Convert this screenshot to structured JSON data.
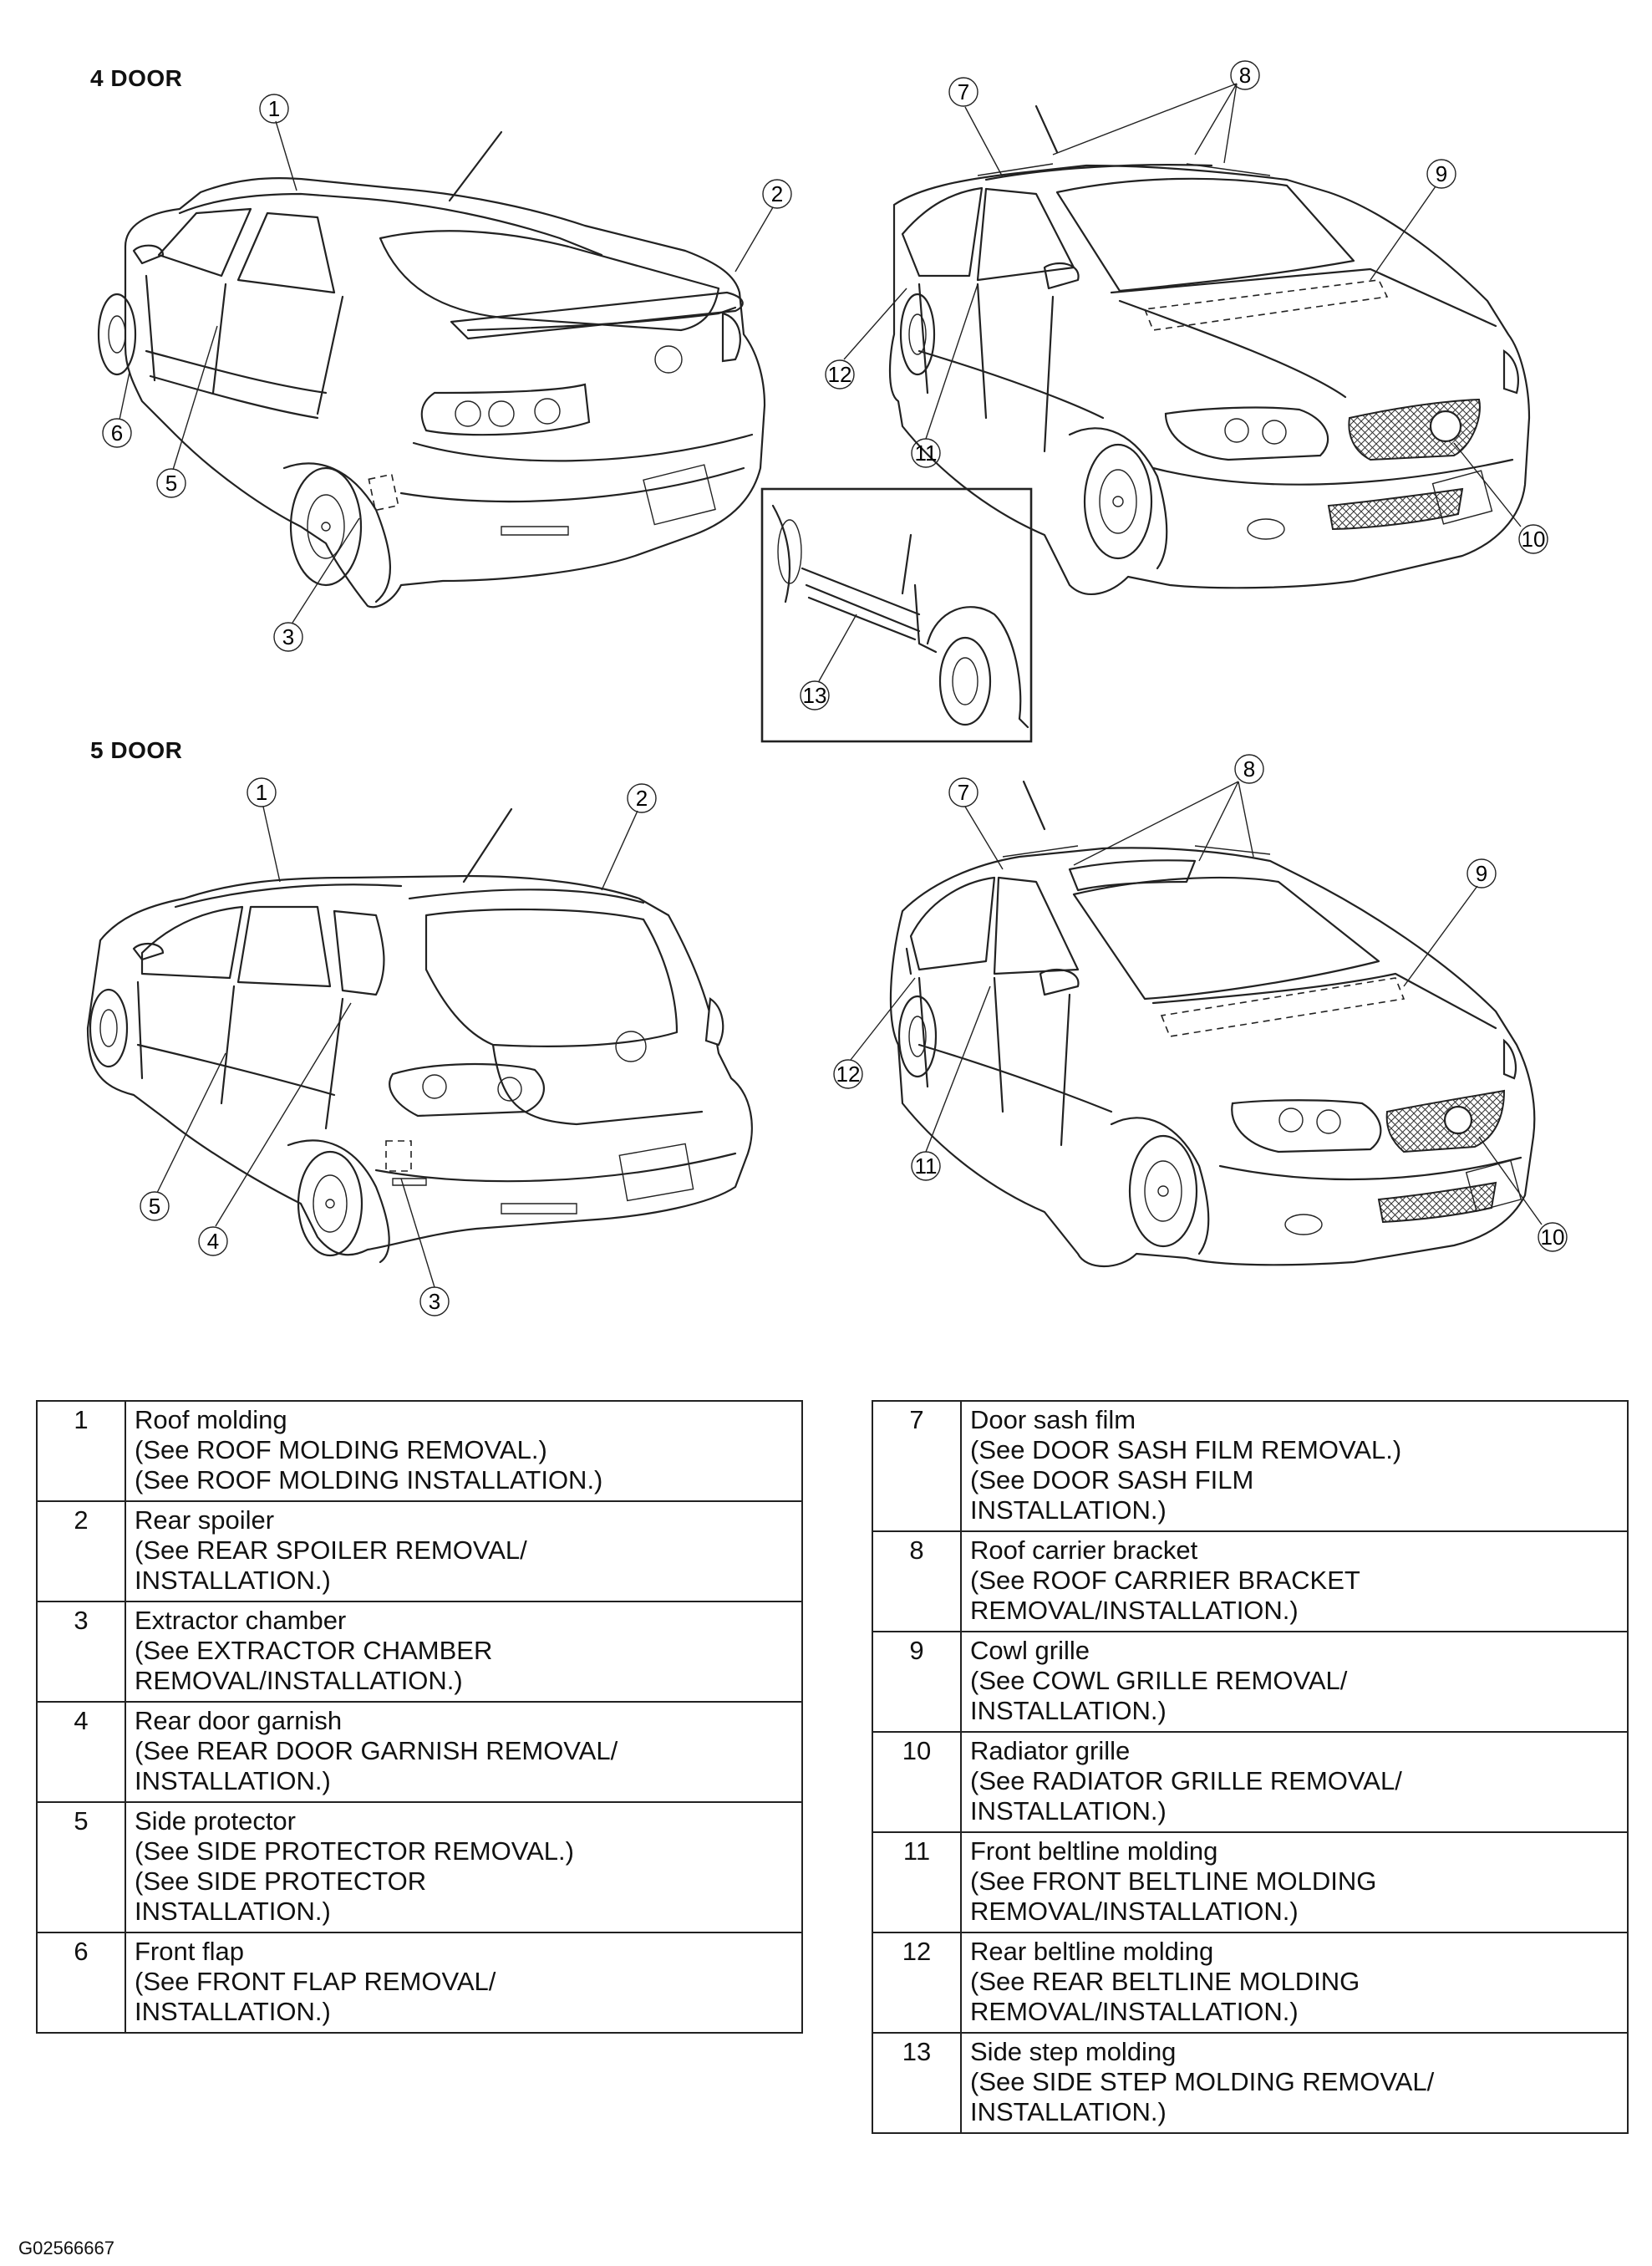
{
  "sections": {
    "four_door": "4 DOOR",
    "five_door": "5 DOOR"
  },
  "callouts": {
    "4door_rear": [
      "1",
      "2",
      "3",
      "5",
      "6"
    ],
    "4door_front": [
      "7",
      "8",
      "9",
      "10",
      "11",
      "12"
    ],
    "4door_inset": [
      "13"
    ],
    "5door_rear": [
      "1",
      "2",
      "3",
      "4",
      "5"
    ],
    "5door_front": [
      "7",
      "8",
      "9",
      "10",
      "11",
      "12"
    ]
  },
  "parts_left": [
    {
      "no": "1",
      "lines": [
        "Roof molding",
        "(See ROOF MOLDING REMOVAL.)",
        "(See ROOF MOLDING INSTALLATION.)"
      ]
    },
    {
      "no": "2",
      "lines": [
        "Rear spoiler",
        "(See REAR SPOILER REMOVAL/",
        "INSTALLATION.)"
      ]
    },
    {
      "no": "3",
      "lines": [
        "Extractor chamber",
        "(See EXTRACTOR CHAMBER",
        "REMOVAL/INSTALLATION.)"
      ]
    },
    {
      "no": "4",
      "lines": [
        "Rear door garnish",
        "(See REAR DOOR GARNISH REMOVAL/",
        "INSTALLATION.)"
      ]
    },
    {
      "no": "5",
      "lines": [
        "Side protector",
        "(See SIDE PROTECTOR REMOVAL.)",
        "(See SIDE PROTECTOR",
        "INSTALLATION.)"
      ]
    },
    {
      "no": "6",
      "lines": [
        "Front flap",
        "(See FRONT FLAP REMOVAL/",
        "INSTALLATION.)"
      ]
    }
  ],
  "parts_right": [
    {
      "no": "7",
      "lines": [
        "Door sash film",
        "(See DOOR SASH FILM REMOVAL.)",
        "(See DOOR SASH FILM",
        "INSTALLATION.)"
      ]
    },
    {
      "no": "8",
      "lines": [
        "Roof carrier bracket",
        "(See ROOF CARRIER BRACKET",
        "REMOVAL/INSTALLATION.)"
      ]
    },
    {
      "no": "9",
      "lines": [
        "Cowl grille",
        "(See COWL GRILLE REMOVAL/",
        "INSTALLATION.)"
      ]
    },
    {
      "no": "10",
      "lines": [
        "Radiator grille",
        "(See RADIATOR GRILLE REMOVAL/",
        "INSTALLATION.)"
      ]
    },
    {
      "no": "11",
      "lines": [
        "Front beltline molding",
        "(See FRONT BELTLINE MOLDING",
        "REMOVAL/INSTALLATION.)"
      ]
    },
    {
      "no": "12",
      "lines": [
        "Rear beltline molding",
        "(See REAR BELTLINE MOLDING",
        "REMOVAL/INSTALLATION.)"
      ]
    },
    {
      "no": "13",
      "lines": [
        "Side step molding",
        "(See SIDE STEP MOLDING REMOVAL/",
        "INSTALLATION.)"
      ]
    }
  ],
  "figure_id": "G02566667"
}
